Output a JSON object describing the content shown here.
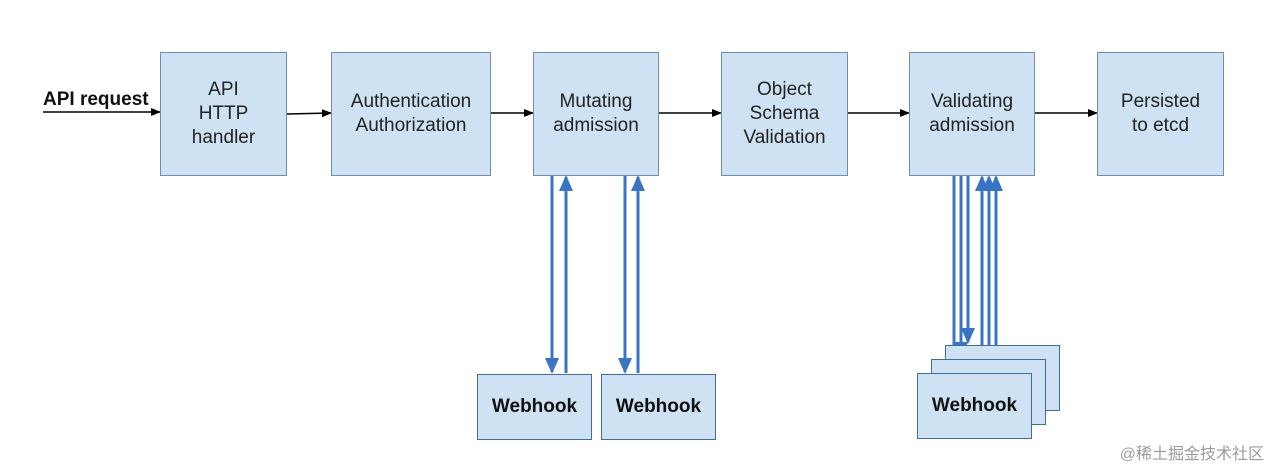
{
  "entry_label": "API request",
  "stages": [
    {
      "id": "api-http-handler",
      "label": "API\nHTTP\nhandler"
    },
    {
      "id": "authentication-authorization",
      "label": "Authentication\nAuthorization"
    },
    {
      "id": "mutating-admission",
      "label": "Mutating\nadmission"
    },
    {
      "id": "object-schema-validation",
      "label": "Object\nSchema\nValidation"
    },
    {
      "id": "validating-admission",
      "label": "Validating\nadmission"
    },
    {
      "id": "persisted-to-etcd",
      "label": "Persisted\nto etcd"
    }
  ],
  "webhooks": {
    "mutating_1": "Webhook",
    "mutating_2": "Webhook",
    "validating": "Webhook"
  },
  "colors": {
    "box_fill": "#cfe2f3",
    "box_border": "#6f8faa",
    "flow_arrow": "#000000",
    "webhook_arrow": "#3a74c4"
  },
  "watermark": "@稀土掘金技术社区"
}
